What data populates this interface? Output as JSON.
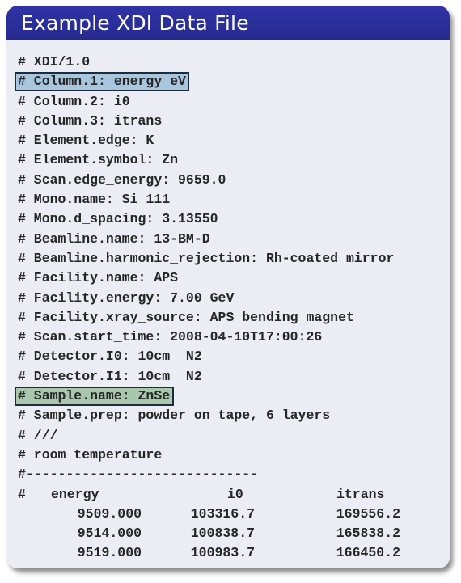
{
  "header": {
    "title": "Example XDI Data File"
  },
  "file": {
    "lines": [
      "# XDI/1.0",
      "# Column.1: energy eV",
      "# Column.2: i0",
      "# Column.3: itrans",
      "# Element.edge: K",
      "# Element.symbol: Zn",
      "# Scan.edge_energy: 9659.0",
      "# Mono.name: Si 111",
      "# Mono.d_spacing: 3.13550",
      "# Beamline.name: 13-BM-D",
      "# Beamline.harmonic_rejection: Rh-coated mirror",
      "# Facility.name: APS",
      "# Facility.energy: 7.00 GeV",
      "# Facility.xray_source: APS bending magnet",
      "# Scan.start_time: 2008-04-10T17:00:26",
      "# Detector.I0: 10cm  N2",
      "# Detector.I1: 10cm  N2",
      "# Sample.name: ZnSe",
      "# Sample.prep: powder on tape, 6 layers",
      "# ///",
      "# room temperature",
      "#-----------------------------"
    ],
    "highlight_colors": {
      "column_line": "#a9c6df",
      "sample_line": "#a9c7ac",
      "border": "#1c2c3c"
    },
    "table": {
      "header_hash": "#",
      "columns": [
        "energy",
        "i0",
        "itrans"
      ],
      "rows": [
        [
          "9509.000",
          "103316.7",
          "169556.2"
        ],
        [
          "9514.000",
          "100838.7",
          "165838.2"
        ],
        [
          "9519.000",
          "100983.7",
          "166450.2"
        ]
      ]
    }
  }
}
